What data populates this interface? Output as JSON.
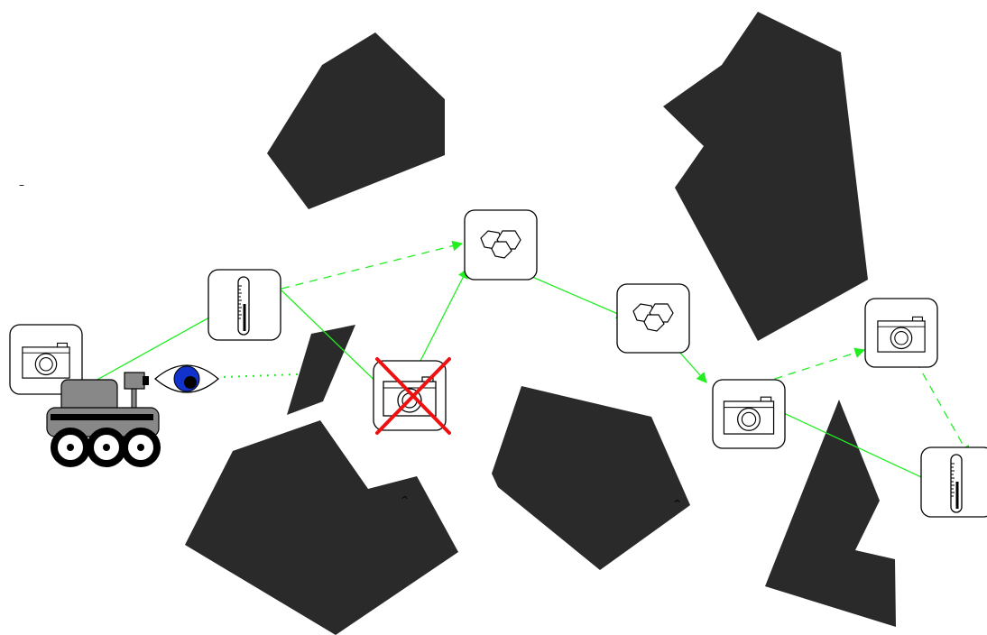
{
  "colors": {
    "obstacle": "#2a2a2a",
    "path_arrow": "#22ee22",
    "cancel_mark": "#ee1111",
    "eye_iris": "#1133cc",
    "rover_body": "#888888",
    "background": "#ffffff"
  },
  "markers": {
    "dash": "–",
    "caret_1": "^",
    "caret_2": "^"
  },
  "tasks": [
    {
      "id": "camera-start",
      "type": "camera",
      "status": "pending"
    },
    {
      "id": "thermometer-1",
      "type": "thermometer",
      "status": "pending"
    },
    {
      "id": "camera-cancelled",
      "type": "camera",
      "status": "cancelled"
    },
    {
      "id": "rocks-1",
      "type": "rock-sample",
      "status": "pending"
    },
    {
      "id": "rocks-2",
      "type": "rock-sample",
      "status": "pending"
    },
    {
      "id": "camera-2",
      "type": "camera",
      "status": "pending"
    },
    {
      "id": "camera-3",
      "type": "camera",
      "status": "pending"
    },
    {
      "id": "thermometer-2",
      "type": "thermometer",
      "status": "pending"
    }
  ],
  "connections": [
    {
      "from": "rover",
      "to": "thermometer-1",
      "style": "solid"
    },
    {
      "from": "thermometer-1",
      "to": "rocks-1",
      "style": "dashed"
    },
    {
      "from": "thermometer-1",
      "to": "camera-cancelled",
      "style": "solid"
    },
    {
      "from": "camera-cancelled",
      "to": "rocks-1",
      "style": "solid"
    },
    {
      "from": "rocks-1",
      "to": "rocks-2",
      "style": "solid"
    },
    {
      "from": "rocks-2",
      "to": "camera-2",
      "style": "solid"
    },
    {
      "from": "camera-2",
      "to": "camera-3",
      "style": "dashed"
    },
    {
      "from": "camera-2",
      "to": "thermometer-2",
      "style": "solid"
    },
    {
      "from": "camera-3",
      "to": "thermometer-2",
      "style": "dashed"
    },
    {
      "from": "eye",
      "to": "obstacle-small",
      "style": "dotted"
    }
  ]
}
